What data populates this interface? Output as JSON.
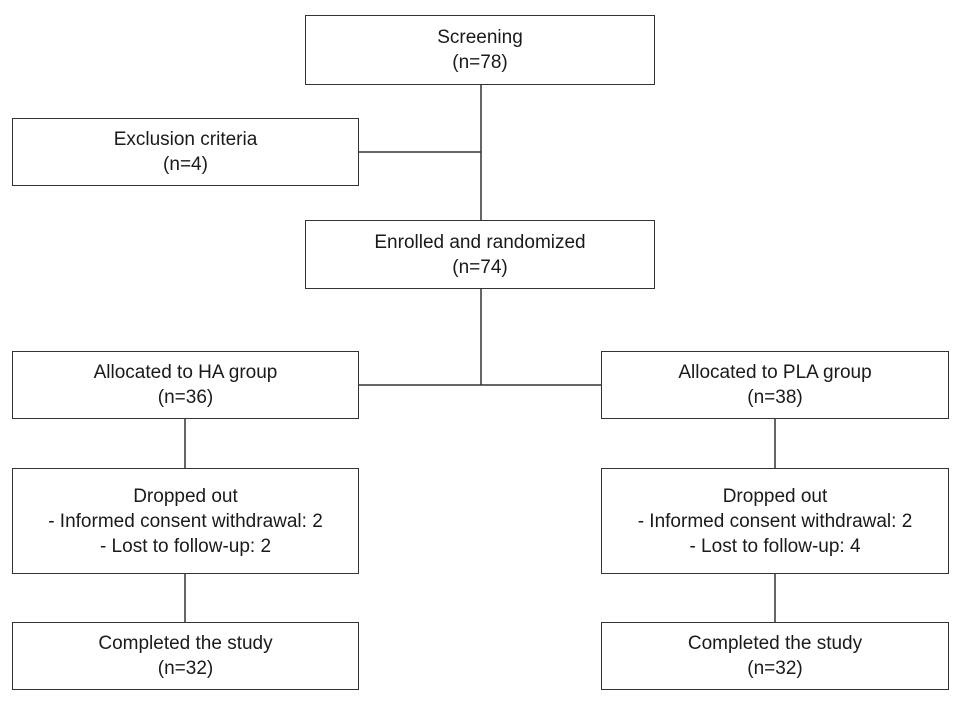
{
  "flowchart": {
    "screening": {
      "title": "Screening",
      "count": "(n=78)"
    },
    "exclusion": {
      "title": "Exclusion criteria",
      "count": "(n=4)"
    },
    "enrolled": {
      "title": "Enrolled and randomized",
      "count": "(n=74)"
    },
    "ha_group": {
      "allocated": {
        "title": "Allocated to HA group",
        "count": "(n=36)"
      },
      "dropped": {
        "title": "Dropped out",
        "line1": "- Informed consent withdrawal: 2",
        "line2": "- Lost to follow-up: 2"
      },
      "completed": {
        "title": "Completed the study",
        "count": "(n=32)"
      }
    },
    "pla_group": {
      "allocated": {
        "title": "Allocated to PLA group",
        "count": "(n=38)"
      },
      "dropped": {
        "title": "Dropped out",
        "line1": "- Informed consent withdrawal: 2",
        "line2": "- Lost to follow-up: 4"
      },
      "completed": {
        "title": "Completed the study",
        "count": "(n=32)"
      }
    }
  }
}
